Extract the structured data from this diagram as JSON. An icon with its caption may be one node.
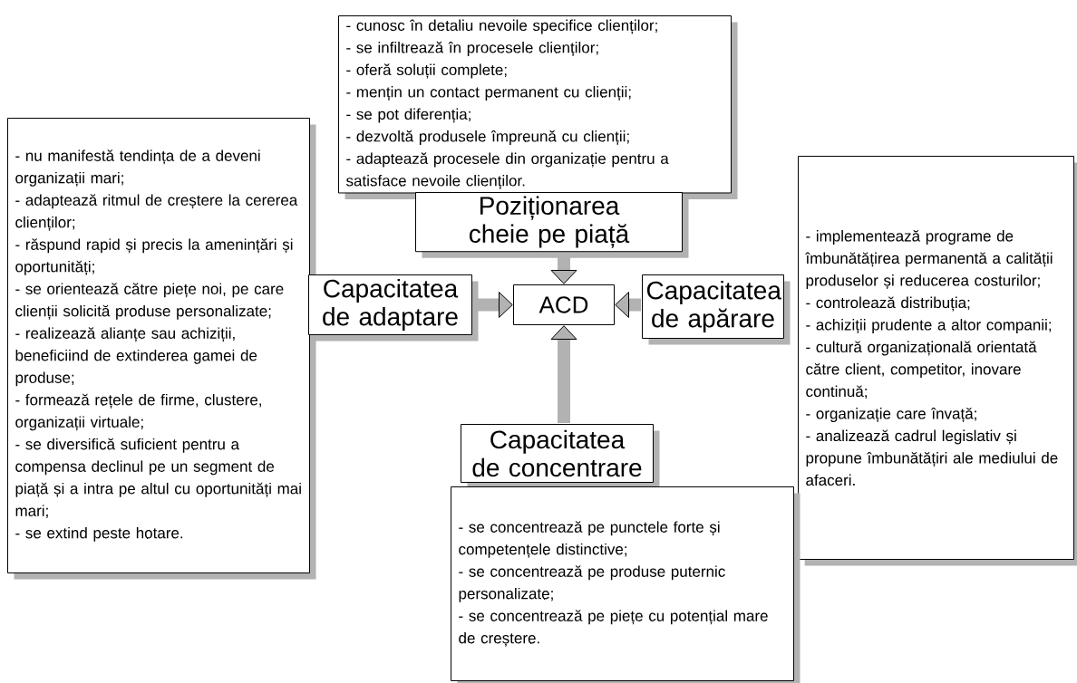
{
  "diagram": {
    "nodes": [
      {
        "text": [
          "- cunosc în detaliu nevoile specifice clienților;",
          "- se infiltrează în procesele clienților;",
          "- oferă soluții complete;",
          "- mențin un contact permanent cu clienții;",
          "- se pot diferenția;",
          "- dezvoltă produsele împreună cu clienții;",
          "- adaptează procesele din organizație pentru a satisface nevoile clienților."
        ]
      },
      {
        "text": [
          "- nu manifestă tendința de a deveni organizații mari;",
          "- adaptează ritmul de creștere la cererea clienților;",
          "- răspund rapid și precis la amenințări și oportunități;",
          "- se orientează către piețe noi, pe care clienții solicită produse personalizate;",
          "- realizează alianțe sau achiziții, beneficiind de extinderea gamei de produse;",
          "- formează rețele de firme, clustere, organizații virtuale;",
          "- se diversifică suficient pentru a compensa declinul pe un segment de piață și a intra pe altul cu oportunități mai mari;",
          "- se extind peste hotare."
        ]
      },
      {
        "text": [
          "Poziționarea cheie pe piață"
        ]
      },
      {
        "text": [
          "Capacitatea de adaptare"
        ]
      },
      {
        "text": [
          "ACD"
        ]
      },
      {
        "text": [
          "Capacitatea de apărare"
        ]
      },
      {
        "text": [
          "- implementează programe de îmbunătățirea permanentă a calității produselor și reducerea costurilor;",
          "- controlează distribuția;",
          "- achiziții prudente a altor companii;",
          "- cultură organizațională orientată către client, competitor, inovare continuă;",
          "- organizație care învață;",
          "- analizează cadrul legislativ și propune îmbunătățiri ale mediului de afaceri."
        ]
      },
      {
        "text": [
          "Capacitatea de concentrare"
        ]
      },
      {
        "text": [
          "- se concentrează pe punctele forte și competențele distinctive;",
          "- se concentrează pe produse puternic personalizate;",
          "- se concentrează pe piețe cu potențial mare de creștere."
        ]
      }
    ],
    "edges": [
      {
        "from": 2,
        "to": 4,
        "arrow": "to"
      },
      {
        "from": 3,
        "to": 4,
        "arrow": "to"
      },
      {
        "from": 5,
        "to": 4,
        "arrow": "to"
      },
      {
        "from": 7,
        "to": 4,
        "arrow": "to"
      }
    ]
  }
}
